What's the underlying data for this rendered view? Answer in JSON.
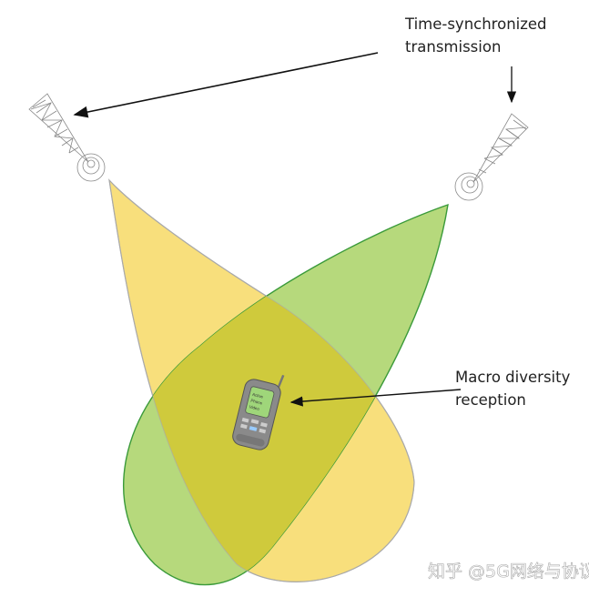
{
  "labels": {
    "transmission_line1": "Time-synchronized",
    "transmission_line2": "transmission",
    "reception_line1": "Macro diversity",
    "reception_line2": "reception"
  },
  "watermark": "知乎 @5G网络与协议",
  "colors": {
    "yellow_lobe": "#f8df7c",
    "green_lobe": "#b6d97c",
    "overlap": "#cfca3c",
    "green_outline": "#3a9a3a",
    "arrow": "#111111"
  },
  "icons": [
    "cell-tower-left",
    "cell-tower-right",
    "mobile-phone"
  ]
}
